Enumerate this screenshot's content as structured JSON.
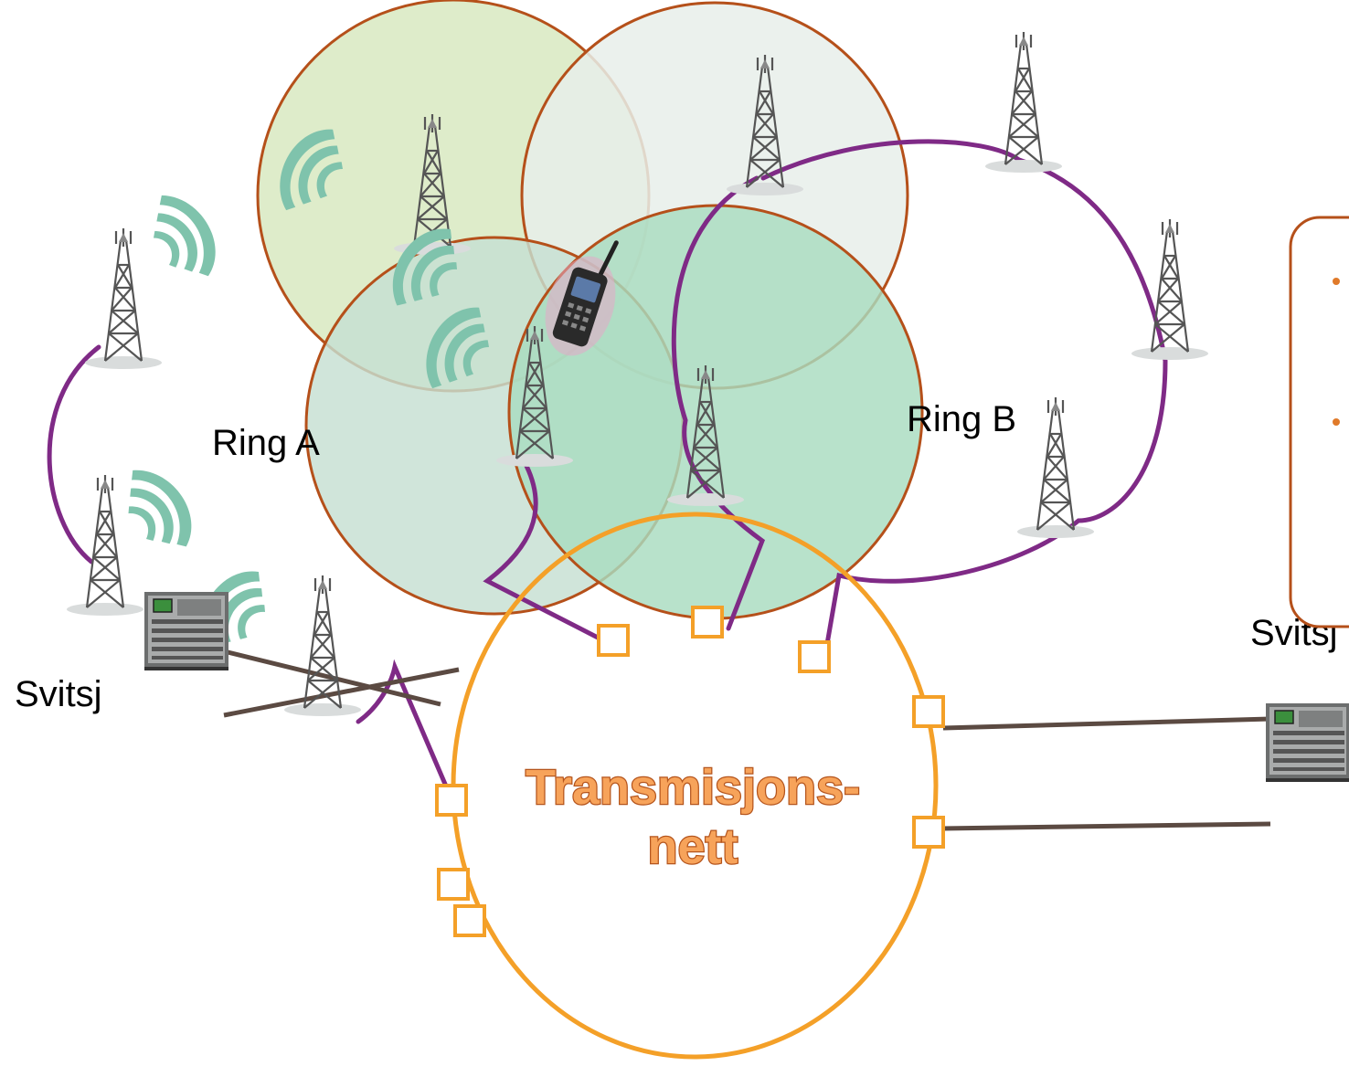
{
  "diagram": {
    "ring_a_label": "Ring A",
    "ring_b_label": "Ring B",
    "core_network_line1": "Transmisjons-",
    "core_network_line2": "nett",
    "switch_left_label": "Svitsj",
    "switch_right_label": "Svitsj"
  },
  "colors": {
    "cell_outline": "#b5501a",
    "ring_link": "#7f2a86",
    "core_ring": "#f4a028",
    "trunk_line": "#5b4a42",
    "cell_1_fill": "#dcebc6",
    "cell_2_fill": "#e7efea",
    "cell_3_fill": "#c6dfd2",
    "cell_4_fill": "#a8dcc0"
  },
  "icons": [
    "radio-tower-icon",
    "radio-signal-icon",
    "handheld-radio-icon",
    "server-switch-icon"
  ],
  "info_box": {
    "bullets": [
      "",
      ""
    ]
  }
}
